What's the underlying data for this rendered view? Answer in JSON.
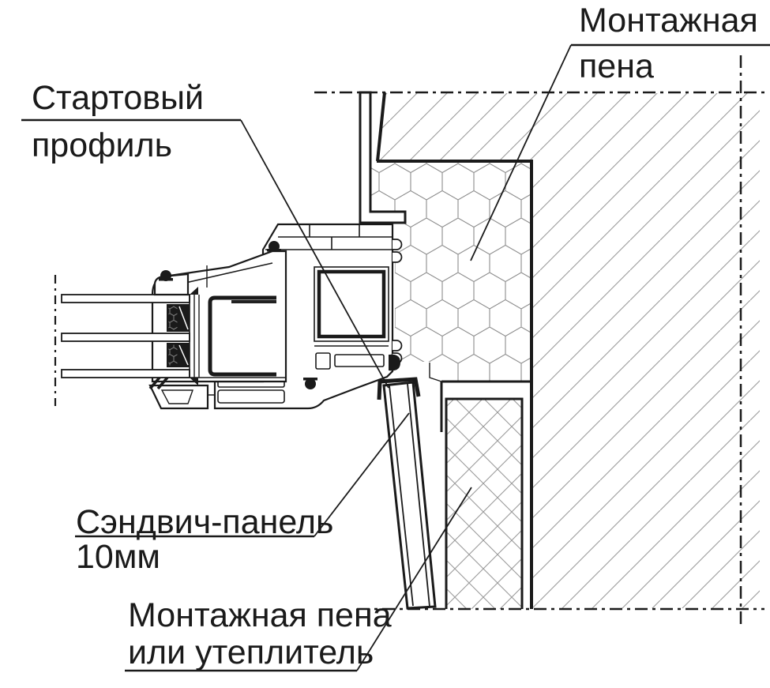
{
  "drawing_type": "window installation section detail",
  "colors": {
    "ink": "#1a1a1a",
    "hatch_line": "#9a9a9a",
    "foam_line": "#8d8d8d",
    "background": "#ffffff"
  },
  "labels": {
    "foam_top": {
      "line1": "Монтажная",
      "line2": "пена"
    },
    "start_profile": {
      "line1": "Стартовый",
      "line2": "профиль"
    },
    "sandwich": {
      "line1": "Сэндвич-панель",
      "line2": "10мм"
    },
    "foam_bottom": {
      "line1": "Монтажная пена",
      "line2": "или утеплитель"
    }
  }
}
